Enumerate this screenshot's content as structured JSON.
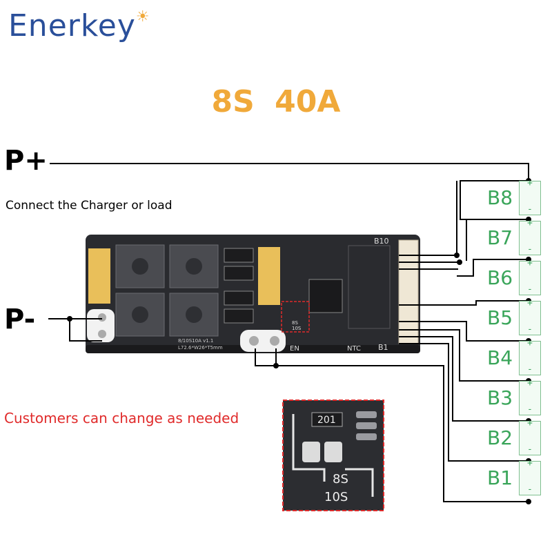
{
  "brand": {
    "logo_text": "Enerkey"
  },
  "title": "8S  40A",
  "terminals": {
    "positive": "P+",
    "negative": "P-"
  },
  "captions": {
    "connect": "Connect the Charger or load",
    "customers": "Customers can change as needed"
  },
  "cells": [
    {
      "label": "B8",
      "plus": "+",
      "minus": "-"
    },
    {
      "label": "B7",
      "plus": "+",
      "minus": "-"
    },
    {
      "label": "B6",
      "plus": "+",
      "minus": "-"
    },
    {
      "label": "B5",
      "plus": "+",
      "minus": "-"
    },
    {
      "label": "B4",
      "plus": "+",
      "minus": "-"
    },
    {
      "label": "B3",
      "plus": "+",
      "minus": "-"
    },
    {
      "label": "B2",
      "plus": "+",
      "minus": "-"
    },
    {
      "label": "B1",
      "plus": "+",
      "minus": "-"
    }
  ],
  "board": {
    "top_right_label": "B10",
    "bottom_right_label": "B1",
    "silk_model": "8/10S10A v1.1",
    "silk_size": "L72.6*W26*T5mm",
    "pad_labels": [
      "EN",
      "NTC"
    ],
    "selector_labels": [
      "8S",
      "10S"
    ]
  },
  "zoom_panel": {
    "resistor_code": "201",
    "option_a": "8S",
    "option_b": "10S"
  },
  "colors": {
    "title": "#f0a93a",
    "logo": "#2a4f9a",
    "cells": "#3aa55a",
    "note": "#e02a2a",
    "wire": "#000000"
  }
}
